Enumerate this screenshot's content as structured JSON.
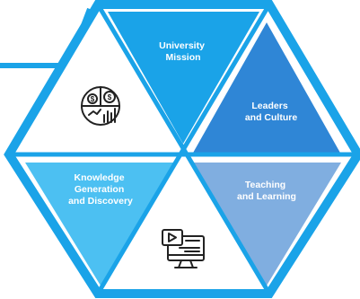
{
  "diagram": {
    "segments": [
      {
        "id": "university-mission",
        "lines": [
          "University",
          "Mission"
        ],
        "color": "#1aa3e8"
      },
      {
        "id": "leaders-and-culture",
        "lines": [
          "Leaders",
          "and Culture"
        ],
        "color": "#2f86d6"
      },
      {
        "id": "teaching-and-learning",
        "lines": [
          "Teaching",
          "and Learning"
        ],
        "color": "#80aee0"
      },
      {
        "id": "knowledge-generation",
        "lines": [
          "Knowledge",
          "Generation",
          "and Discovery"
        ],
        "color": "#4cc0f2"
      }
    ],
    "icons": [
      {
        "name": "finance-pie-chart-icon"
      },
      {
        "name": "computer-monitor-video-icon"
      }
    ],
    "colors": {
      "hexagon_outline": "#1aa3e8",
      "divider": "#1aa3e8",
      "connector_line": "#1aa3e8",
      "icon_stroke": "#222222"
    }
  }
}
